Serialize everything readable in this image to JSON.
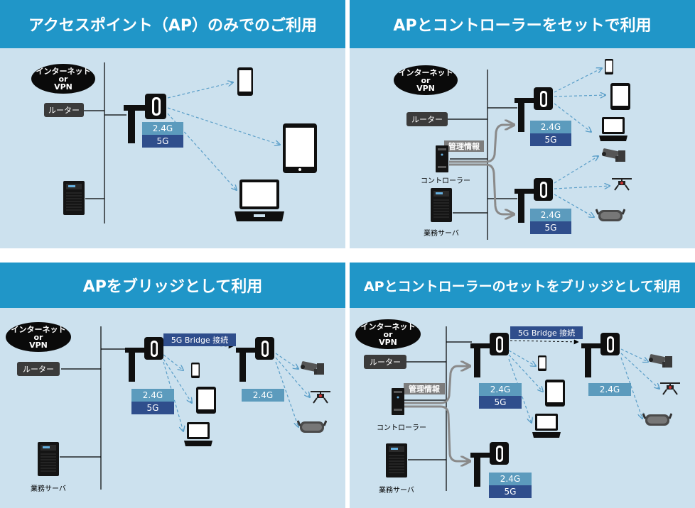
{
  "panels": [
    {
      "title": "アクセスポイント（AP）のみでのご利用",
      "cloud": {
        "line1": "インターネット",
        "line2": "or",
        "line3": "VPN"
      },
      "router": "ルーター",
      "band_24": "2.4G",
      "band_5": "5G"
    },
    {
      "title": "APとコントローラーをセットで利用",
      "cloud": {
        "line1": "インターネット",
        "line2": "or",
        "line3": "VPN"
      },
      "router": "ルーター",
      "mgmt": "管理情報",
      "controller_label": "コントローラー",
      "server_label": "業務サーバ",
      "ap1": {
        "band_24": "2.4G",
        "band_5": "5G"
      },
      "ap2": {
        "band_24": "2.4G",
        "band_5": "5G"
      }
    },
    {
      "title": "APをブリッジとして利用",
      "cloud": {
        "line1": "インターネット",
        "line2": "or",
        "line3": "VPN"
      },
      "router": "ルーター",
      "bridge": "5G Bridge 接続",
      "band_24": "2.4G",
      "band_5": "5G",
      "remote_band": "2.4G",
      "server_label": "業務サーバ"
    },
    {
      "title": "APとコントローラーのセットをブリッジとして利用",
      "cloud": {
        "line1": "インターネット",
        "line2": "or",
        "line3": "VPN"
      },
      "router": "ルーター",
      "mgmt": "管理情報",
      "controller_label": "コントローラー",
      "server_label": "業務サーバ",
      "bridge": "5G Bridge 接続",
      "ap1": {
        "band_24": "2.4G",
        "band_5": "5G"
      },
      "remote_band": "2.4G",
      "ap3": {
        "band_24": "2.4G",
        "band_5": "5G"
      }
    }
  ],
  "icons": {
    "access_point": "access-point-icon",
    "smartphone": "smartphone-icon",
    "tablet": "tablet-icon",
    "laptop": "laptop-icon",
    "server": "server-tower-icon",
    "controller": "controller-unit-icon",
    "camera": "security-camera-icon",
    "drone": "drone-icon",
    "vr_headset": "vr-headset-icon"
  },
  "colors": {
    "panel_background": "#cce1ee",
    "header": "#2096c8",
    "band_24": "#5c9bbd",
    "band_5": "#2f4e8c",
    "router": "#3b3b3b",
    "wireless_line": "#5a9ec8"
  }
}
